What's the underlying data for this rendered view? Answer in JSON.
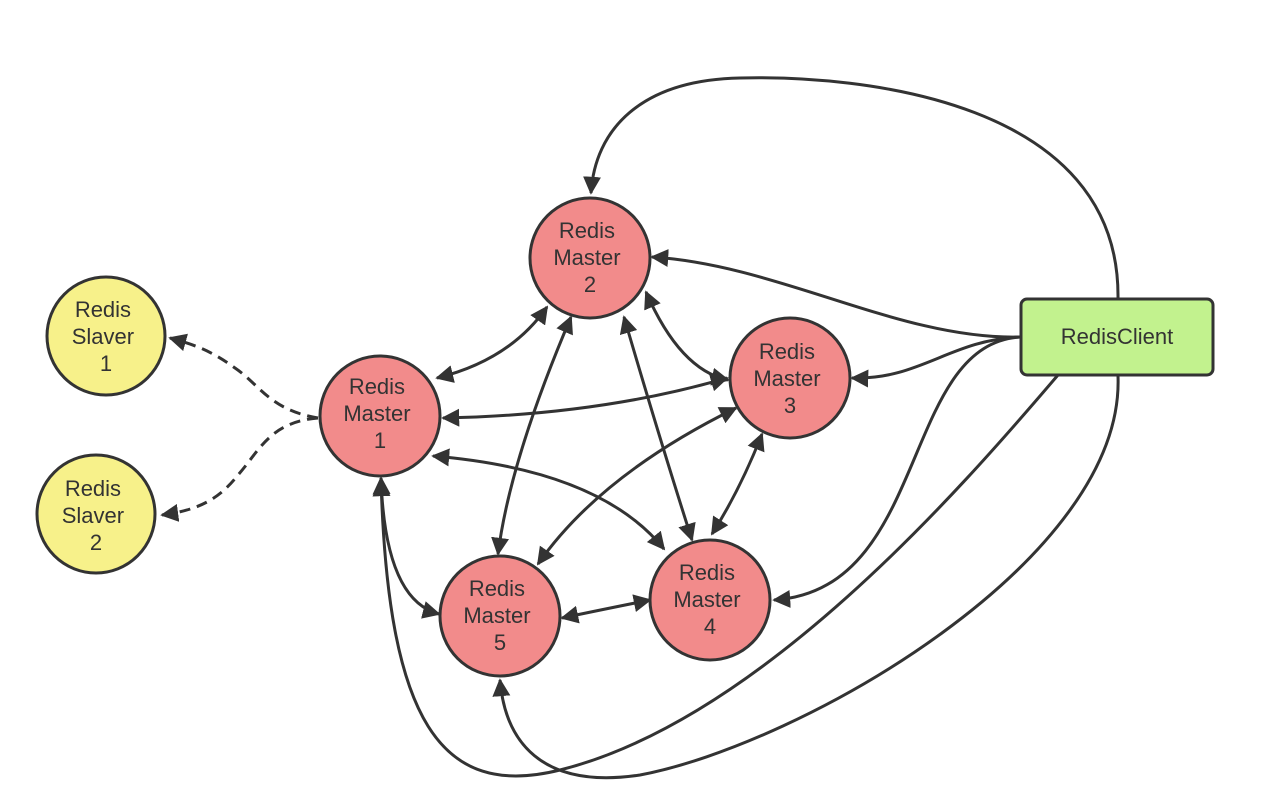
{
  "colors": {
    "master_fill": "#f28b8b",
    "slave_fill": "#f7f18a",
    "client_fill": "#c2f28e",
    "stroke": "#333333"
  },
  "nodes": {
    "master1": {
      "lines": [
        "Redis",
        "Master",
        "1"
      ]
    },
    "master2": {
      "lines": [
        "Redis",
        "Master",
        "2"
      ]
    },
    "master3": {
      "lines": [
        "Redis",
        "Master",
        "3"
      ]
    },
    "master4": {
      "lines": [
        "Redis",
        "Master",
        "4"
      ]
    },
    "master5": {
      "lines": [
        "Redis",
        "Master",
        "5"
      ]
    },
    "slave1": {
      "lines": [
        "Redis",
        "Slaver",
        "1"
      ]
    },
    "slave2": {
      "lines": [
        "Redis",
        "Slaver",
        "2"
      ]
    },
    "client": {
      "label": "RedisClient"
    }
  }
}
